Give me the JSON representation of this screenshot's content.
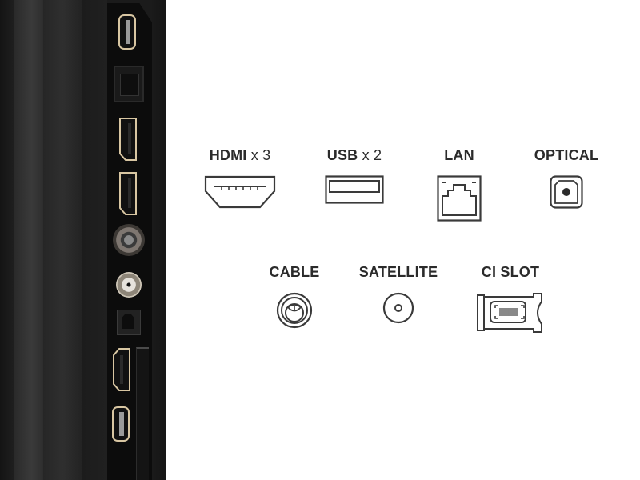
{
  "tv_panel": {
    "description": "TV side port panel photo",
    "ports_top_to_bottom": [
      {
        "type": "USB",
        "icon": "usb-port-icon"
      },
      {
        "type": "LAN",
        "icon": "ethernet-port-icon"
      },
      {
        "type": "HDMI",
        "icon": "hdmi-port-icon"
      },
      {
        "type": "HDMI",
        "icon": "hdmi-port-icon"
      },
      {
        "type": "CABLE",
        "icon": "coax-cable-port-icon"
      },
      {
        "type": "SATELLITE",
        "icon": "satellite-port-icon"
      },
      {
        "type": "OPTICAL",
        "icon": "optical-port-icon"
      },
      {
        "type": "HDMI",
        "icon": "hdmi-port-icon"
      },
      {
        "type": "USB",
        "icon": "usb-port-icon"
      }
    ],
    "accent_color": "#d8c6a2"
  },
  "connections": {
    "row1": [
      {
        "name": "HDMI",
        "multiplier": "x 3",
        "icon": "hdmi-icon"
      },
      {
        "name": "USB",
        "multiplier": "x 2",
        "icon": "usb-icon"
      },
      {
        "name": "LAN",
        "multiplier": "",
        "icon": "lan-icon"
      },
      {
        "name": "OPTICAL",
        "multiplier": "",
        "icon": "optical-icon"
      }
    ],
    "row2": [
      {
        "name": "CABLE",
        "multiplier": "",
        "icon": "cable-icon"
      },
      {
        "name": "SATELLITE",
        "multiplier": "",
        "icon": "satellite-icon"
      },
      {
        "name": "CI SLOT",
        "multiplier": "",
        "icon": "ci-slot-icon"
      }
    ]
  },
  "colors": {
    "background": "#ffffff",
    "text": "#2b2b2b",
    "icon_stroke": "#3a3a3a",
    "panel_dark": "#1b1b1b"
  }
}
